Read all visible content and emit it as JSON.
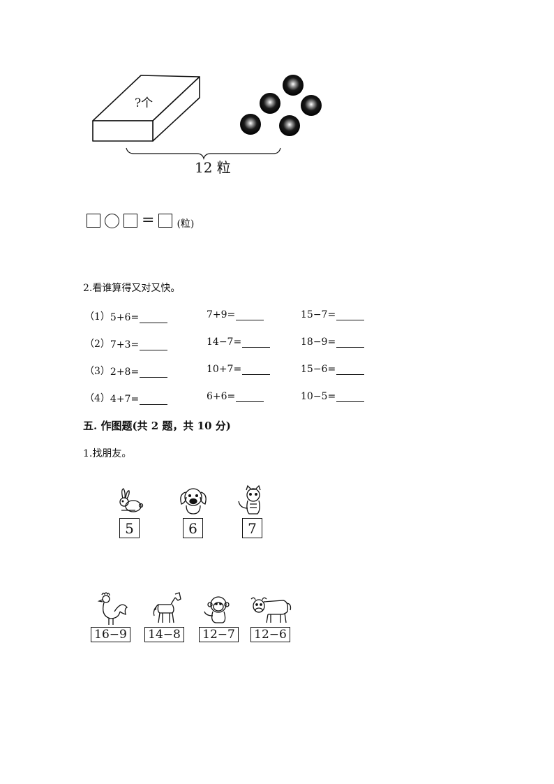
{
  "figure": {
    "box_label": "?个",
    "total_label": "12 粒",
    "unit": "(粒)"
  },
  "section2": {
    "title": "2.看谁算得又对又快。",
    "rows": [
      {
        "index": "（1）",
        "items": [
          "5+6=",
          "7+9=",
          "15−7="
        ]
      },
      {
        "index": "（2）",
        "items": [
          "7+3=",
          "14−7=",
          "18−9="
        ]
      },
      {
        "index": "（3）",
        "items": [
          "2+8=",
          "10+7=",
          "15−6="
        ]
      },
      {
        "index": "（4）",
        "items": [
          "4+7=",
          "6+6=",
          "10−5="
        ]
      }
    ]
  },
  "section5": {
    "heading": "五. 作图题(共 2 题，共 10 分)",
    "q1": "1.找朋友。",
    "top_animals": [
      {
        "icon": "rabbit-icon",
        "number": "5"
      },
      {
        "icon": "dog-icon",
        "number": "6"
      },
      {
        "icon": "cat-icon",
        "number": "7"
      }
    ],
    "bottom_animals": [
      {
        "icon": "rooster-icon",
        "expr": "16−9"
      },
      {
        "icon": "horse-icon",
        "expr": "14−8"
      },
      {
        "icon": "monkey-icon",
        "expr": "12−7"
      },
      {
        "icon": "cow-icon",
        "expr": "12−6"
      }
    ]
  }
}
